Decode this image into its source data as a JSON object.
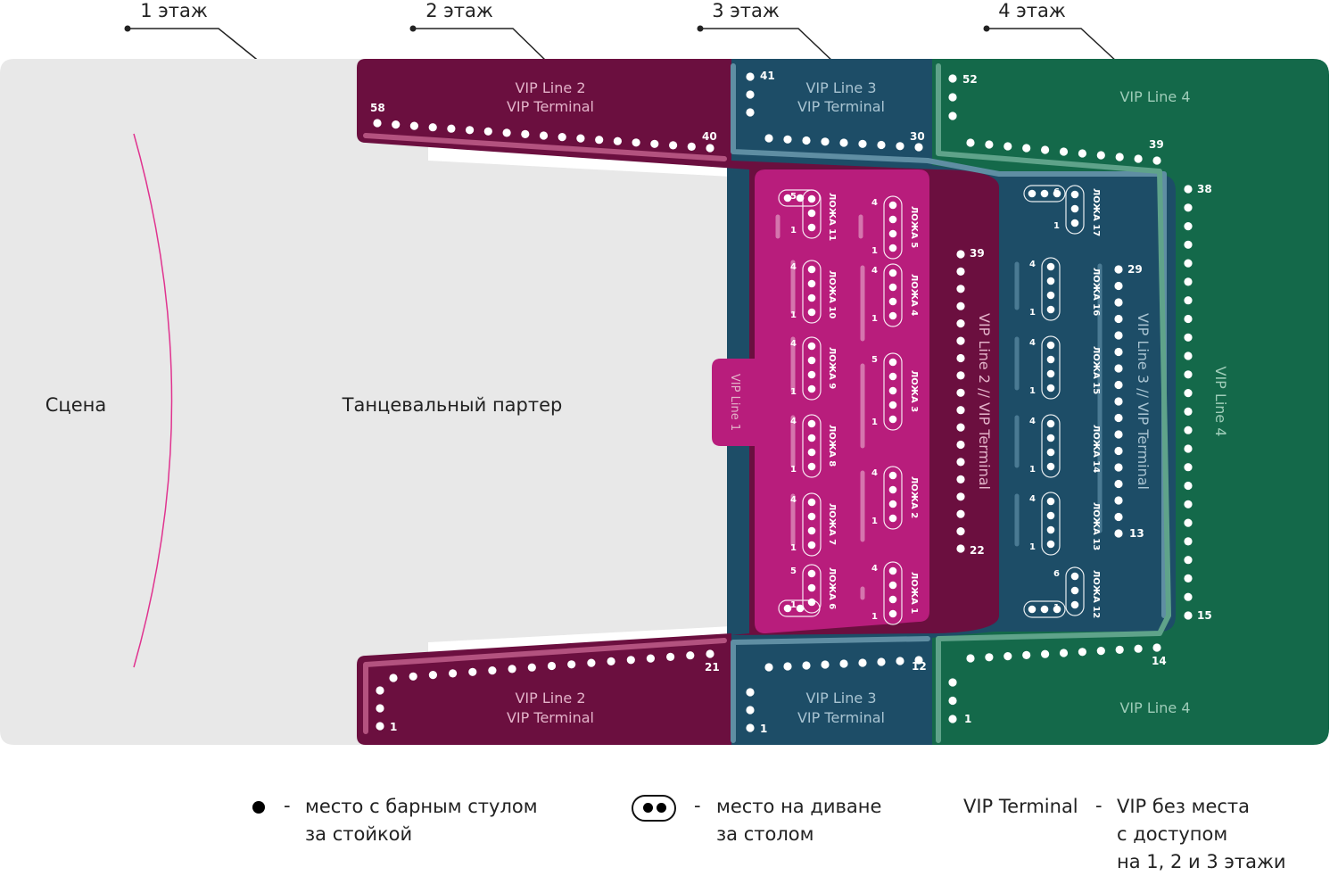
{
  "floors": [
    "1 этаж",
    "2 этаж",
    "3 этаж",
    "4 этаж"
  ],
  "areas": {
    "stage": "Сцена",
    "dance_floor": "Танцевальный партер",
    "vip_line_1": "VIP Line 1",
    "vip_line_2": "VIP Line 2",
    "vip_line_3": "VIP Line 3",
    "vip_line_4": "VIP Line 4",
    "vip_terminal": "VIP Terminal",
    "vip_line_2_terminal": "VIP Line 2 // VIP Terminal",
    "vip_line_3_terminal": "VIP Line 3 // VIP Terminal"
  },
  "seat_numbers": {
    "l2_top_start": "58",
    "l2_top_end": "40",
    "l2_bottom_start": "1",
    "l2_bottom_end": "21",
    "l2_mid_top": "39",
    "l2_mid_bottom": "22",
    "l3_top_start": "41",
    "l3_top_end": "30",
    "l3_bottom_start": "1",
    "l3_bottom_end": "12",
    "l3_mid_top": "29",
    "l3_mid_bottom": "13",
    "l4_top_start": "52",
    "l4_top_end": "39",
    "l4_right_top": "38",
    "l4_right_bottom": "15",
    "l4_bottom_start": "1",
    "l4_bottom_end": "14"
  },
  "boxes": [
    {
      "name": "ЛОЖА 11",
      "max": "5",
      "min": "1"
    },
    {
      "name": "ЛОЖА 5",
      "max": "4",
      "min": "1"
    },
    {
      "name": "ЛОЖА 10",
      "max": "4",
      "min": "1"
    },
    {
      "name": "ЛОЖА 4",
      "max": "4",
      "min": "1"
    },
    {
      "name": "ЛОЖА 9",
      "max": "4",
      "min": "1"
    },
    {
      "name": "ЛОЖА 3",
      "max": "5",
      "min": "1"
    },
    {
      "name": "ЛОЖА 8",
      "max": "4",
      "min": "1"
    },
    {
      "name": "ЛОЖА 2",
      "max": "4",
      "min": "1"
    },
    {
      "name": "ЛОЖА 7",
      "max": "4",
      "min": "1"
    },
    {
      "name": "ЛОЖА 1",
      "max": "4",
      "min": "1"
    },
    {
      "name": "ЛОЖА 6",
      "max": "5",
      "min": "1"
    },
    {
      "name": "ЛОЖА 17",
      "max": "6",
      "min": "1"
    },
    {
      "name": "ЛОЖА 16",
      "max": "4",
      "min": "1"
    },
    {
      "name": "ЛОЖА 15",
      "max": "4",
      "min": "1"
    },
    {
      "name": "ЛОЖА 14",
      "max": "4",
      "min": "1"
    },
    {
      "name": "ЛОЖА 13",
      "max": "4",
      "min": "1"
    },
    {
      "name": "ЛОЖА 12",
      "max": "6",
      "min": "1"
    }
  ],
  "legend": {
    "dash": "-",
    "bar_stool_line1": "место с барным стулом",
    "bar_stool_line2": "за стойкой",
    "sofa_line1": "место на диване",
    "sofa_line2": "за столом",
    "terminal_key": "VIP Terminal",
    "terminal_line1": "VIP без места",
    "terminal_line2": "с доступом",
    "terminal_line3": "на 1, 2 и 3 этажи"
  },
  "colors": {
    "line2": "#6b0f3f",
    "line3": "#1d4d67",
    "line4": "#14694a",
    "boxes": "#b81d7c",
    "floor": "#e8e8e8",
    "stage_arc": "#e0338f"
  }
}
